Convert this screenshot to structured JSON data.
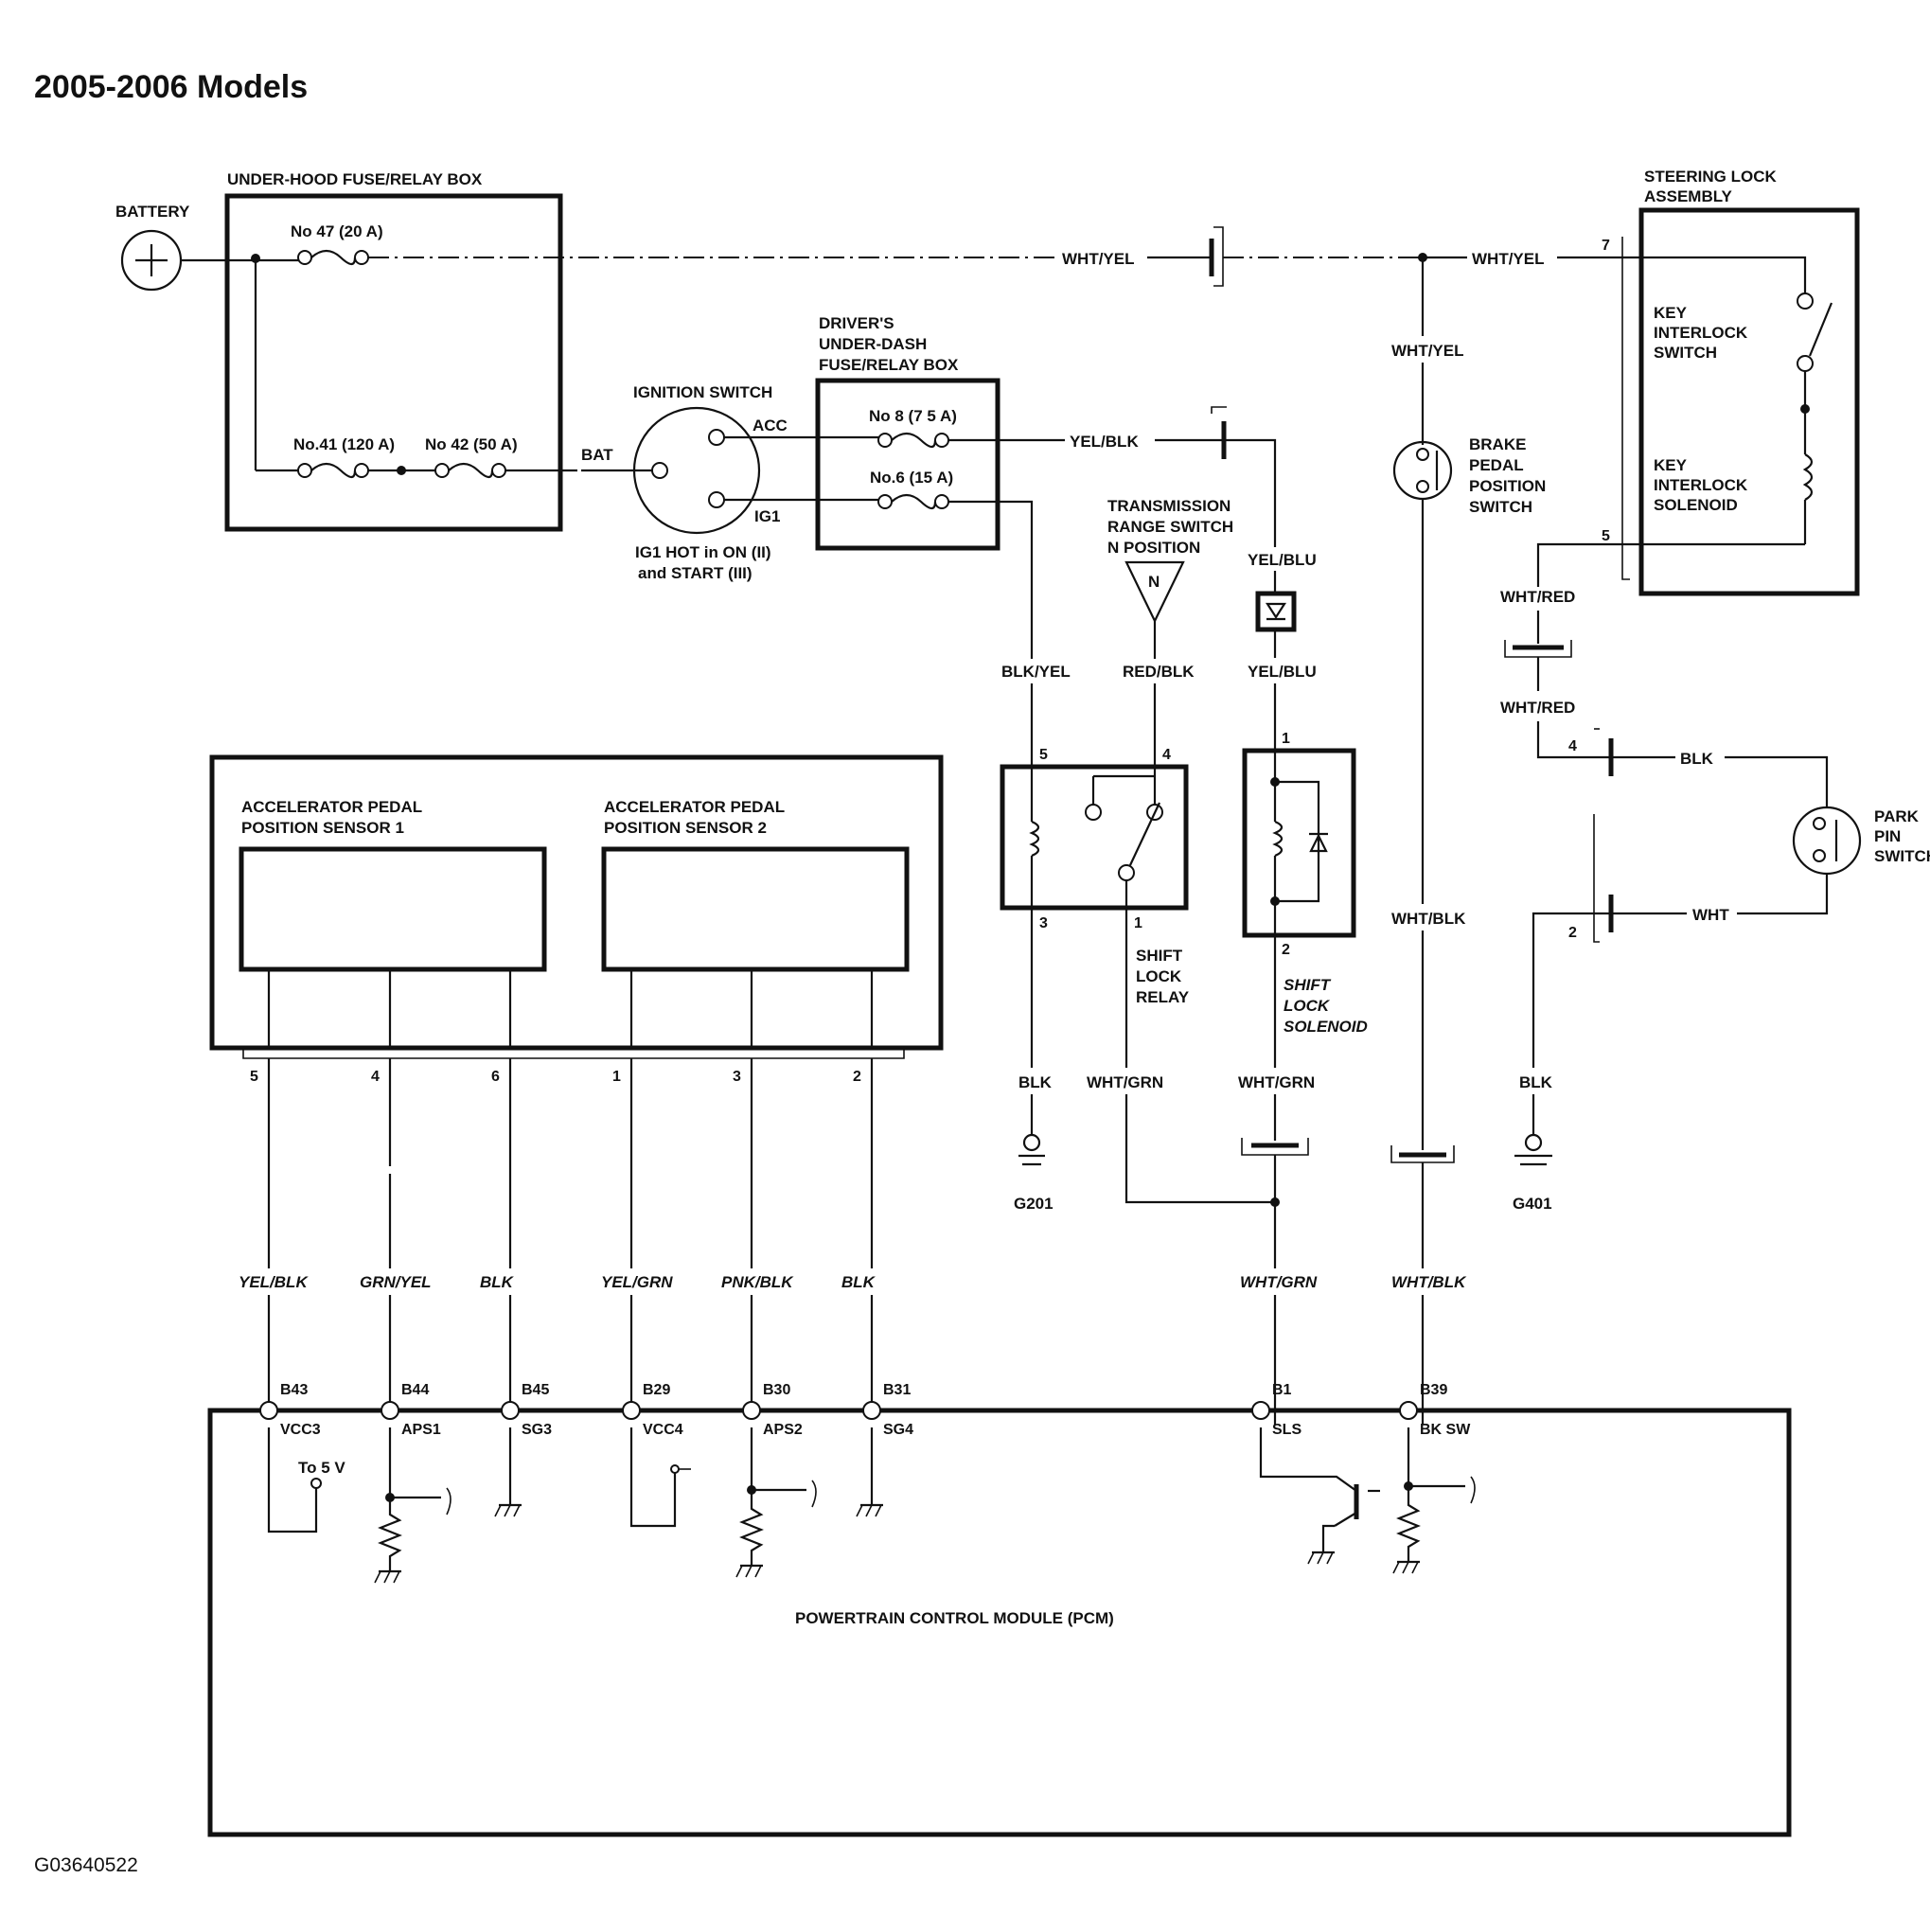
{
  "page": {
    "title": "2005-2006 Models",
    "figure_id": "G03640522"
  },
  "battery": {
    "label": "BATTERY"
  },
  "underhood_box": {
    "label": "UNDER-HOOD FUSE/RELAY BOX",
    "fuse_47": "No 47 (20 A)",
    "fuse_41": "No.41 (120 A)",
    "fuse_42": "No 42 (50 A)"
  },
  "ignition_switch": {
    "label": "IGNITION SWITCH",
    "bat": "BAT",
    "acc": "ACC",
    "ig1": "IG1",
    "note_line1": "IG1 HOT in ON (II)",
    "note_line2": "and START (III)"
  },
  "underdash_box": {
    "label_line1": "DRIVER'S",
    "label_line2": "UNDER-DASH",
    "label_line3": "FUSE/RELAY BOX",
    "fuse_8": "No 8 (7 5 A)",
    "fuse_6": "No.6 (15 A)"
  },
  "steering_lock": {
    "label_line1": "STEERING LOCK",
    "label_line2": "ASSEMBLY",
    "switch_line1": "KEY",
    "switch_line2": "INTERLOCK",
    "switch_line3": "SWITCH",
    "solenoid_line1": "KEY",
    "solenoid_line2": "INTERLOCK",
    "solenoid_line3": "SOLENOID",
    "pin_7": "7",
    "pin_5": "5"
  },
  "brake_switch": {
    "label_line1": "BRAKE",
    "label_line2": "PEDAL",
    "label_line3": "POSITION",
    "label_line4": "SWITCH"
  },
  "trans_range": {
    "label_line1": "TRANSMISSION",
    "label_line2": "RANGE SWITCH",
    "label_line3": "N POSITION",
    "symbol": "N"
  },
  "shift_lock_relay": {
    "label_line1": "SHIFT",
    "label_line2": "LOCK",
    "label_line3": "RELAY",
    "pin_5": "5",
    "pin_4": "4",
    "pin_3": "3",
    "pin_1": "1"
  },
  "shift_lock_solenoid": {
    "label_line1": "SHIFT",
    "label_line2": "LOCK",
    "label_line3": "SOLENOID",
    "pin_1": "1",
    "pin_2": "2"
  },
  "park_pin_switch": {
    "label_line1": "PARK",
    "label_line2": "PIN",
    "label_line3": "SWITCH",
    "pin_4": "4",
    "pin_2": "2"
  },
  "app_sensors": {
    "sensor1_line1": "ACCELERATOR PEDAL",
    "sensor1_line2": "POSITION SENSOR 1",
    "sensor2_line1": "ACCELERATOR PEDAL",
    "sensor2_line2": "POSITION SENSOR 2",
    "pins": [
      "5",
      "4",
      "6",
      "1",
      "3",
      "2"
    ]
  },
  "wires": {
    "wht_yel_1": "WHT/YEL",
    "wht_yel_2": "WHT/YEL",
    "wht_yel_3": "WHT/YEL",
    "yel_blk": "YEL/BLK",
    "yel_blu_1": "YEL/BLU",
    "yel_blu_2": "YEL/BLU",
    "blk_yel": "BLK/YEL",
    "red_blk": "RED/BLK",
    "wht_red_1": "WHT/RED",
    "wht_red_2": "WHT/RED",
    "blk_park": "BLK",
    "wht_park": "WHT",
    "wht_blk_1": "WHT/BLK",
    "wht_blk_2": "WHT/BLK",
    "blk_relay": "BLK",
    "wht_grn_1": "WHT/GRN",
    "wht_grn_2": "WHT/GRN",
    "wht_grn_3": "WHT/GRN",
    "blk_g401": "BLK"
  },
  "grounds": {
    "g201": "G201",
    "g401": "G401"
  },
  "sensor_wires": [
    "YEL/BLK",
    "GRN/YEL",
    "BLK",
    "YEL/GRN",
    "PNK/BLK",
    "BLK"
  ],
  "pcm": {
    "label": "POWERTRAIN CONTROL MODULE (PCM)",
    "to5v": "To 5 V",
    "terminals": [
      {
        "pin": "B43",
        "name": "VCC3"
      },
      {
        "pin": "B44",
        "name": "APS1"
      },
      {
        "pin": "B45",
        "name": "SG3"
      },
      {
        "pin": "B29",
        "name": "VCC4"
      },
      {
        "pin": "B30",
        "name": "APS2"
      },
      {
        "pin": "B31",
        "name": "SG4"
      },
      {
        "pin": "B1",
        "name": "SLS"
      },
      {
        "pin": "B39",
        "name": "BK SW"
      }
    ]
  }
}
